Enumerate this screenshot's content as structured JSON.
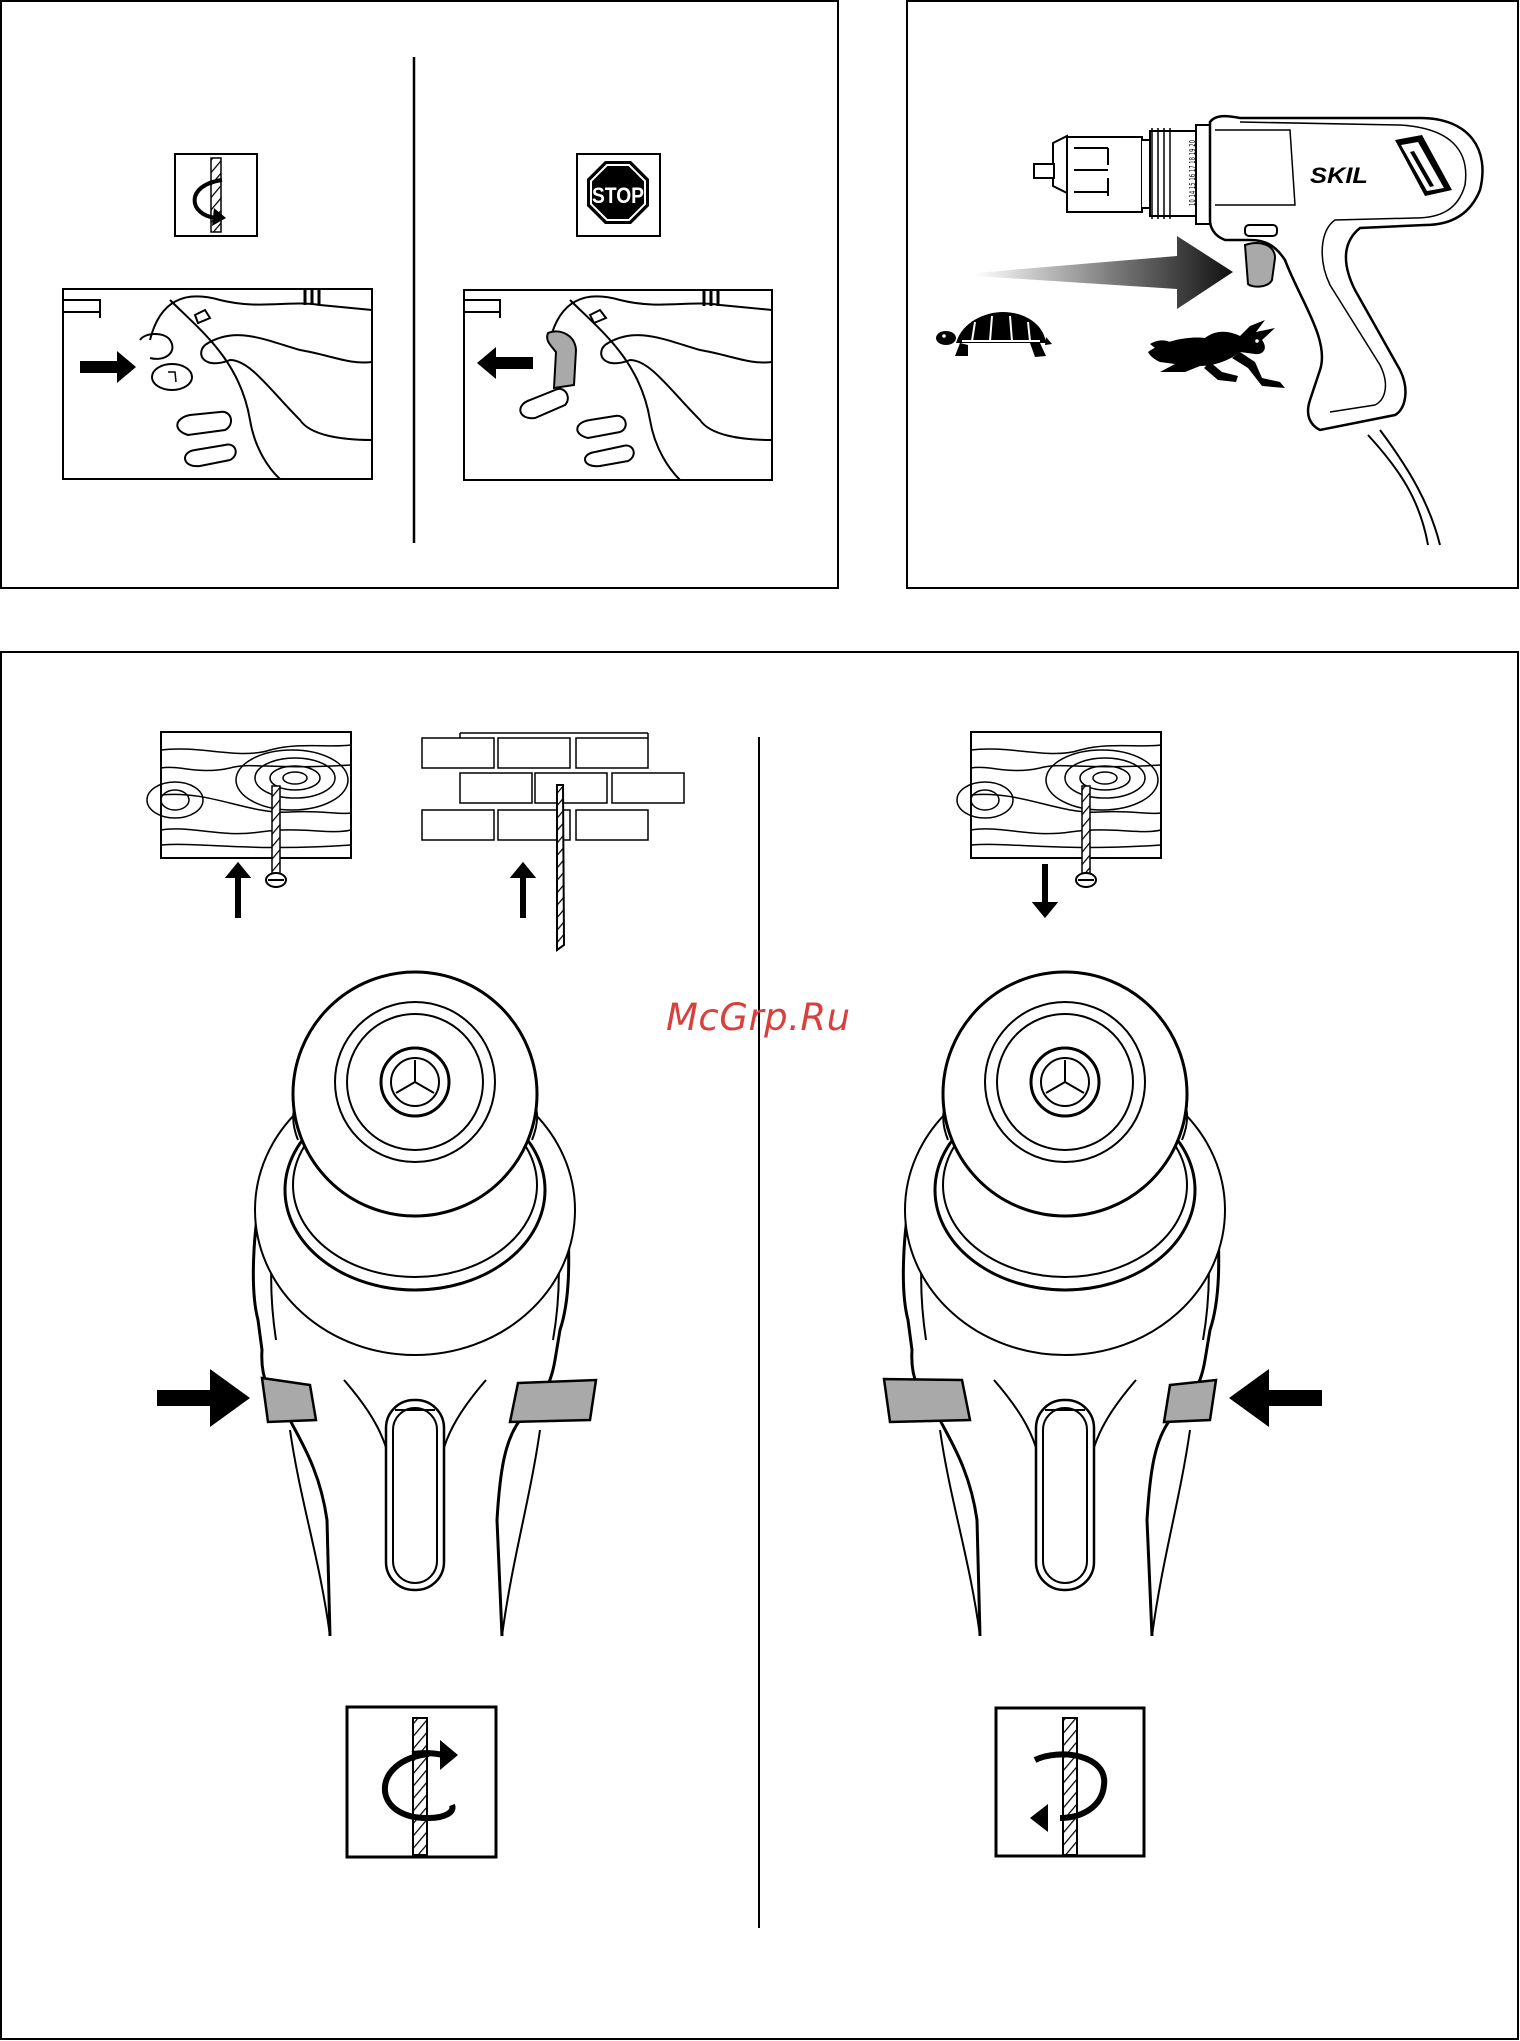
{
  "watermark": "McGrp.Ru",
  "stop_sign": "STOP",
  "brand_logo": "SKIL",
  "chuck_scale": "10 14 15 16 17 18 19 20"
}
